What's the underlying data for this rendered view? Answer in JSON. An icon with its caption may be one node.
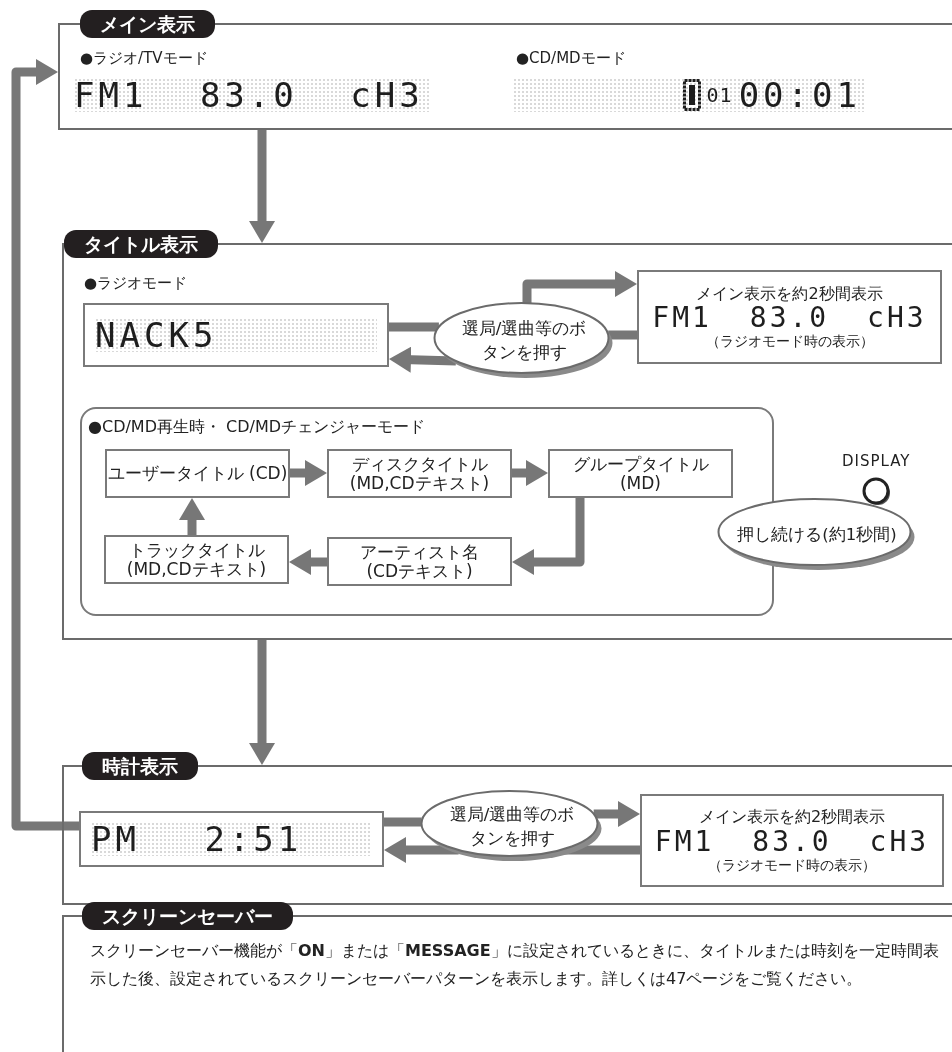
{
  "diagram": {
    "nodes": [
      {
        "text": [
          "メイン表示"
        ]
      },
      {
        "text": [
          "FM1 83.0 cH3"
        ],
        "in": 0,
        "beside": [
          "●ラジオ/TVモード"
        ]
      },
      {
        "text": [
          "01",
          "00:01"
        ],
        "in": 0,
        "beside": [
          "●CD/MDモード"
        ]
      },
      {
        "text": [
          "タイトル表示"
        ]
      },
      {
        "text": [
          "NACK5"
        ],
        "in": 3,
        "beside": [
          "●ラジオモード"
        ]
      },
      {
        "text": [
          "選局/選曲等のボタンを押す"
        ],
        "in": 3
      },
      {
        "text": [
          "メイン表示を約2秒間表示",
          "FM1 83.0 cH3",
          "（ラジオモード時の表示）"
        ],
        "in": 3
      },
      {
        "text": [
          "●CD/MD再生時・ CD/MDチェンジャーモード"
        ],
        "in": 3
      },
      {
        "text": [
          "ユーザータイトル (CD)"
        ],
        "in": 7
      },
      {
        "text": [
          "ディスクタイトル (MD,CDテキスト)"
        ],
        "in": 7
      },
      {
        "text": [
          "グループタイトル (MD)"
        ],
        "in": 7
      },
      {
        "text": [
          "トラックタイトル (MD,CDテキスト)"
        ],
        "in": 7
      },
      {
        "text": [
          "アーティスト名 (CDテキスト)"
        ],
        "in": 7
      },
      {
        "text": [
          "押し続ける(約1秒間)"
        ],
        "in": 3
      },
      {
        "text": [
          "時計表示"
        ]
      },
      {
        "text": [
          "PM 2:51"
        ],
        "in": 14
      },
      {
        "text": [
          "選局/選曲等のボタンを押す"
        ],
        "in": 14
      },
      {
        "text": [
          "メイン表示を約2秒間表示",
          "FM1 83.0 cH3",
          "（ラジオモード時の表示）"
        ],
        "in": 14
      },
      {
        "text": [
          "スクリーンセーバー",
          "スクリーンセーバー機能が「**ON**」または「**MESSAGE**」に設定されているときに、タイトルまたは時刻を一定時間表示した後、設定されているスクリーンセーバーパターンを表示します。詳しくは47ページをご覧ください。"
        ]
      }
    ],
    "edges": [
      {
        "from": 0,
        "to": 3,
        "arrow": "to"
      },
      {
        "from": 3,
        "to": 14,
        "arrow": "to"
      },
      {
        "from": 15,
        "to": 0,
        "arrow": "to"
      },
      {
        "from": 4,
        "to": 5,
        "arrow": "none"
      },
      {
        "from": 5,
        "to": 6,
        "arrow": "to"
      },
      {
        "from": 6,
        "to": 5,
        "arrow": "none"
      },
      {
        "from": 5,
        "to": 4,
        "arrow": "to"
      },
      {
        "from": 8,
        "to": 9,
        "arrow": "to"
      },
      {
        "from": 9,
        "to": 10,
        "arrow": "to"
      },
      {
        "from": 10,
        "to": 12,
        "arrow": "to"
      },
      {
        "from": 12,
        "to": 11,
        "arrow": "to"
      },
      {
        "from": 11,
        "to": 8,
        "arrow": "to"
      },
      {
        "from": 15,
        "to": 16,
        "arrow": "none"
      },
      {
        "from": 16,
        "to": 17,
        "arrow": "to"
      },
      {
        "from": 17,
        "to": 16,
        "arrow": "none"
      },
      {
        "from": 16,
        "to": 15,
        "arrow": "to"
      }
    ],
    "labels": [
      "DISPLAY"
    ]
  }
}
